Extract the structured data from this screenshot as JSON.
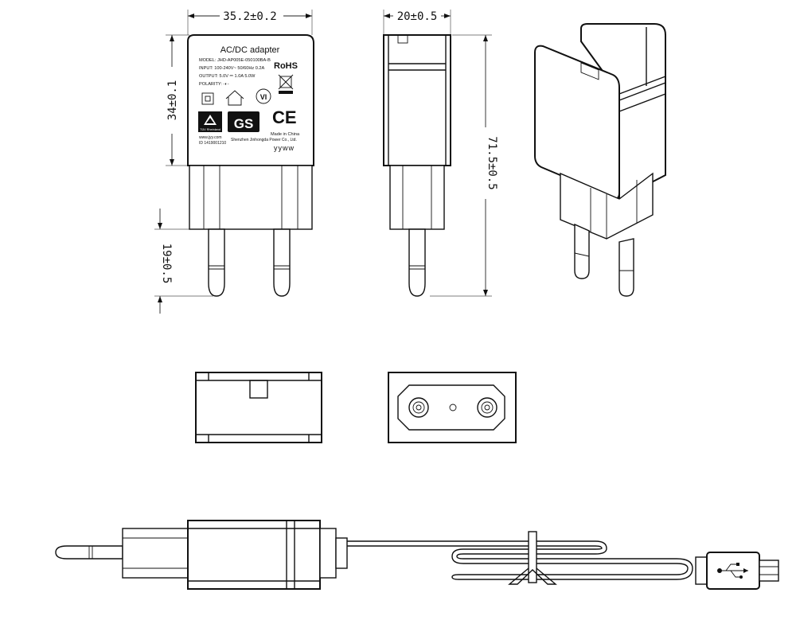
{
  "dimensions": {
    "width": "35.2±0.2",
    "depth": "20±0.5",
    "body_height": "34±0.1",
    "total_height": "71.5±0.5",
    "pin_length": "19±0.5"
  },
  "label": {
    "title": "AC/DC  adapter",
    "model": "MODEL: JHD-AP005E-050100BA-B",
    "input": "INPUT: 100-240V~  50/60Hz  0.2A",
    "output": "OUTPUT: 5.0V ⎓ 1.0A  5.0W",
    "polarity": "POLARITY: -◐-",
    "rohs": "RoHS",
    "vi": "VI",
    "ce": "CE",
    "made_in": "Made in China",
    "website": "www.jyy.com",
    "id": "ID 1419001210",
    "manufacturer": "Shenzhen Jinhongda Power Co., Ltd.",
    "date_code": "yyww",
    "tuv_caption": "TÜV Rheinland",
    "gs": "GS"
  },
  "icons": [
    "double-insulation-icon",
    "indoor-use-icon",
    "weee-bin-icon",
    "usb-icon"
  ]
}
